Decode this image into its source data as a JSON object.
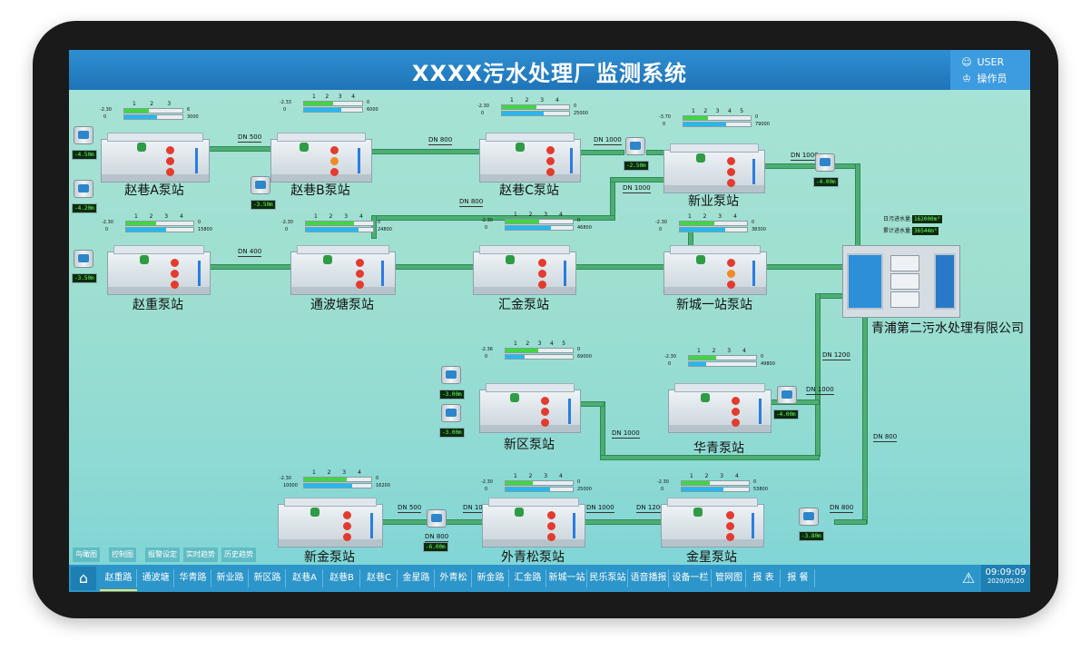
{
  "app": {
    "title": "XXXX污水处理厂监测系统"
  },
  "user": {
    "name": "USER",
    "role": "操作员"
  },
  "stations": [
    {
      "name": "赵巷A泵站",
      "levels": [
        "-4.50m",
        "-4.20m"
      ]
    },
    {
      "name": "赵巷B泵站",
      "levels": [
        "-3.50m"
      ]
    },
    {
      "name": "赵巷C泵站",
      "levels": []
    },
    {
      "name": "新业泵站",
      "levels": [
        "-2.50m",
        "-4.00m"
      ]
    },
    {
      "name": "赵重泵站",
      "levels": [
        "-3.50m"
      ]
    },
    {
      "name": "通波塘泵站",
      "levels": []
    },
    {
      "name": "汇金泵站",
      "levels": []
    },
    {
      "name": "新城一站泵站",
      "levels": []
    },
    {
      "name": "新区泵站",
      "levels": [
        "-3.00m",
        "-3.00m"
      ]
    },
    {
      "name": "华青泵站",
      "levels": [
        "-4.00m"
      ]
    },
    {
      "name": "新金泵站",
      "levels": [
        "-6.00m"
      ]
    },
    {
      "name": "外青松泵站",
      "levels": []
    },
    {
      "name": "金星泵站",
      "levels": [
        "-3.80m"
      ]
    }
  ],
  "gauges": [
    {
      "low": "-2.30",
      "base": "0",
      "ticks": [
        "1",
        "2",
        "3"
      ],
      "top": "6",
      "max": "3000",
      "green": 0.42,
      "blue": 0.56
    },
    {
      "low": "-2.33",
      "base": "0",
      "ticks": [
        "1",
        "2",
        "3",
        "4"
      ],
      "top": "0",
      "max": "6000",
      "green": 0.5,
      "blue": 0.64
    },
    {
      "low": "-2.30",
      "base": "0",
      "ticks": [
        "1",
        "2",
        "3",
        "4"
      ],
      "top": "0",
      "max": "25000",
      "green": 0.52,
      "blue": 0.62
    },
    {
      "low": "-3.70",
      "base": "0",
      "ticks": [
        "1",
        "2",
        "3",
        "4",
        "5"
      ],
      "top": "0",
      "max": "79000",
      "green": 0.36,
      "blue": 0.64
    },
    {
      "low": "-2.30",
      "base": "0",
      "ticks": [
        "1",
        "2",
        "3",
        "4"
      ],
      "top": "0",
      "max": "15800",
      "green": 0.44,
      "blue": 0.6
    },
    {
      "low": "-2.30",
      "base": "0",
      "ticks": [
        "1",
        "2",
        "3",
        "4"
      ],
      "top": "0",
      "max": "24800",
      "green": 0.72,
      "blue": 0.78
    },
    {
      "low": "-2.30",
      "base": "0",
      "ticks": [
        "1",
        "2",
        "3",
        "4"
      ],
      "top": "0",
      "max": "46800",
      "green": 0.5,
      "blue": 0.68
    },
    {
      "low": "-2.30",
      "base": "0",
      "ticks": [
        "1",
        "2",
        "3",
        "4"
      ],
      "top": "0",
      "max": "38300",
      "green": 0.52,
      "blue": 0.68
    },
    {
      "low": "-2.36",
      "base": "0",
      "ticks": [
        "1",
        "2",
        "3",
        "4",
        "5"
      ],
      "top": "0",
      "max": "69000",
      "green": 0.48,
      "blue": 0.28
    },
    {
      "low": "-2.30",
      "base": "0",
      "ticks": [
        "1",
        "2",
        "3",
        "4"
      ],
      "top": "0",
      "max": "49800",
      "green": 0.4,
      "blue": 0.26
    },
    {
      "low": "-2.30",
      "base": "10000",
      "ticks": [
        "1",
        "2",
        "3",
        "4"
      ],
      "top": "0",
      "max": "16200",
      "green": 0.64,
      "blue": 0.72
    },
    {
      "low": "-2.30",
      "base": "0",
      "ticks": [
        "1",
        "2",
        "3",
        "4"
      ],
      "top": "0",
      "max": "25000",
      "green": 0.4,
      "blue": 0.66
    },
    {
      "low": "-2.30",
      "base": "0",
      "ticks": [
        "1",
        "2",
        "3",
        "4"
      ],
      "top": "0",
      "max": "53800",
      "green": 0.42,
      "blue": 0.62
    }
  ],
  "pipes": {
    "dn500a": "DN 500",
    "dn800a": "DN 800",
    "dn1000a": "DN 1000",
    "dn1000b": "DN 1000",
    "dn1000c": "DN 1000",
    "dn800b": "DN 800",
    "dn400": "DN 400",
    "dn1200": "DN 1200",
    "dn1000d": "DN 1000",
    "dn1000e": "DN 1000",
    "dn800c": "DN 800",
    "dn500b": "DN 500",
    "dn800d": "DN 800",
    "dn1000f": "DN 1000",
    "dn1000g": "DN 1000",
    "dn1200b": "DN 1200",
    "dn800e": "DN 800"
  },
  "plant": {
    "name": "青浦第二污水处理有限公司",
    "daily_label": "日污进水量:",
    "daily_value": "162000m³",
    "total_label": "累计进水量:",
    "total_value": "36544m³"
  },
  "subtabs": [
    "鸟瞰图",
    "控制图",
    "报警设定",
    "实时趋势",
    "历史趋势"
  ],
  "nav": {
    "home_icon": "home-icon",
    "items": [
      "赵重路",
      "通波塘",
      "华青路",
      "新业路",
      "新区路",
      "赵巷A",
      "赵巷B",
      "赵巷C",
      "金星路",
      "外青松",
      "新金路",
      "汇金路",
      "新城一站",
      "民乐泵站",
      "语音播报",
      "设备一栏",
      "管网图",
      "报 表",
      "报 餐"
    ]
  },
  "clock": {
    "time": "09:09:09",
    "date": "2020/05/20"
  }
}
